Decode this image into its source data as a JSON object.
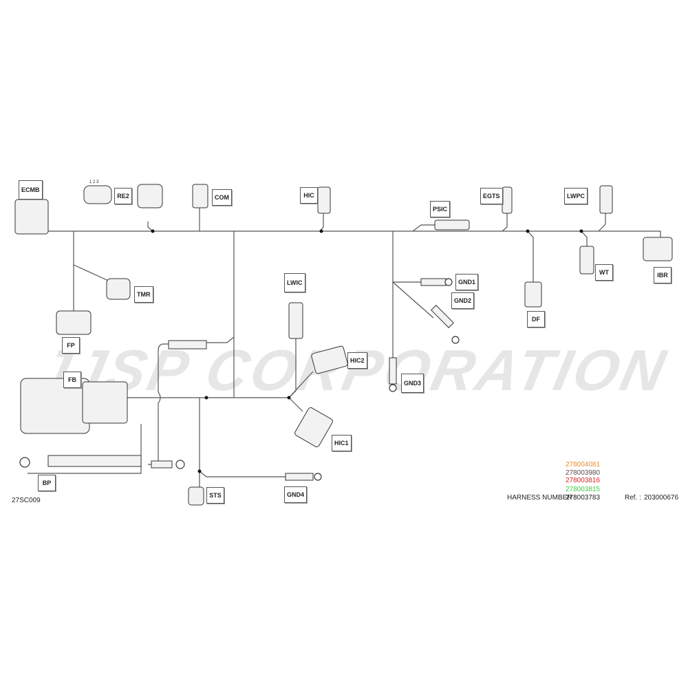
{
  "watermark": "JJSP CORPORATION",
  "labels": {
    "ecmb": "ECMB",
    "re2": "RE2",
    "com": "COM",
    "hic": "HIC",
    "psic": "PSIC",
    "egts": "EGTS",
    "lwpc": "LWPC",
    "ibr": "IBR",
    "wt": "WT",
    "df": "DF",
    "tmr": "TMR",
    "fp": "FP",
    "fb": "FB",
    "bp": "BP",
    "lwic": "LWIC",
    "hic2": "HIC2",
    "hic1": "HIC1",
    "gnd1": "GND1",
    "gnd2": "GND2",
    "gnd3": "GND3",
    "gnd4": "GND4",
    "sts": "STS"
  },
  "pin_numbers": "1  2  3",
  "drawing_code": "27SC009",
  "part_numbers": [
    {
      "value": "278004081",
      "color": "#f08a24"
    },
    {
      "value": "278003980",
      "color": "#5a4a4a"
    },
    {
      "value": "278003816",
      "color": "#e02020"
    },
    {
      "value": "278003815",
      "color": "#3ad03a"
    }
  ],
  "harness_label": "HARNESS NUMBER :",
  "harness_number": "278003783",
  "ref_label": "Ref. :",
  "ref_number": "203000676"
}
